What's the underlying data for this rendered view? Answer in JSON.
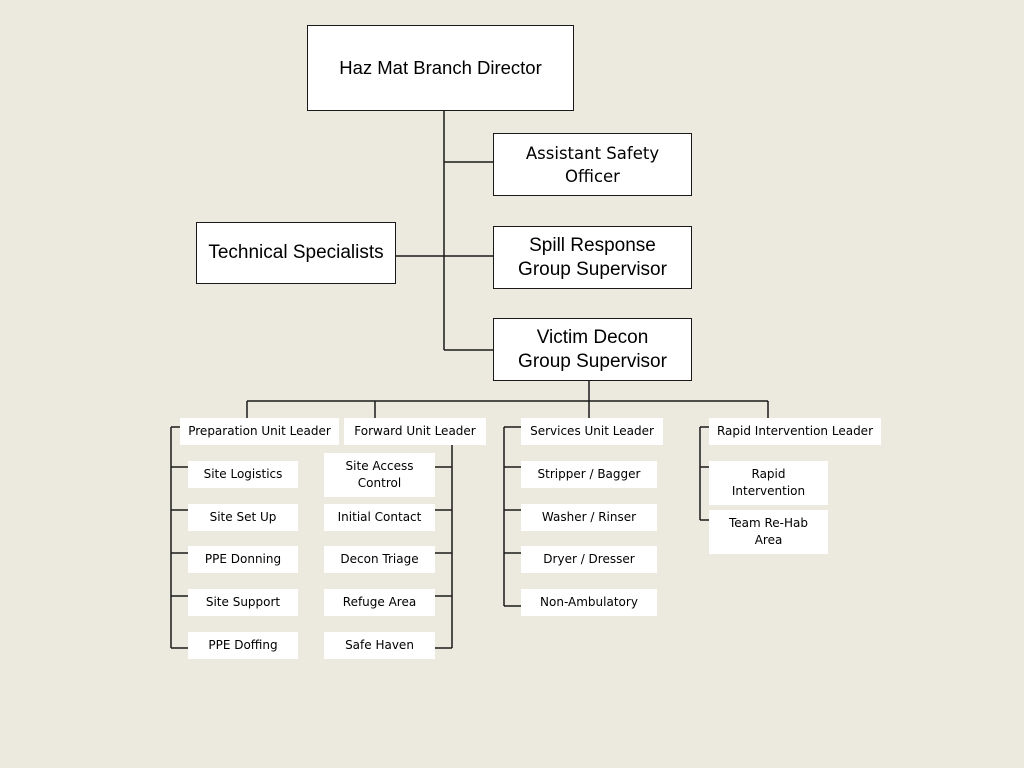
{
  "director": "Haz Mat Branch Director",
  "assistant_safety": "Assistant Safety Officer",
  "technical": "Technical Specialists",
  "spill_response": "Spill Response Group Supervisor",
  "victim_decon": "Victim Decon Group Supervisor",
  "preparation": {
    "leader": "Preparation Unit Leader",
    "items": [
      "Site Logistics",
      "Site Set Up",
      "PPE Donning",
      "Site Support",
      "PPE Doffing"
    ]
  },
  "forward": {
    "leader": "Forward Unit Leader",
    "items": [
      "Site Access Control",
      "Initial Contact",
      "Decon Triage",
      "Refuge Area",
      "Safe Haven"
    ]
  },
  "services": {
    "leader": "Services Unit Leader",
    "items": [
      "Stripper / Bagger",
      "Washer / Rinser",
      "Dryer / Dresser",
      "Non-Ambulatory"
    ]
  },
  "rapid": {
    "leader": "Rapid Intervention Leader",
    "items": [
      "Rapid Intervention",
      "Team Re-Hab Area"
    ]
  }
}
